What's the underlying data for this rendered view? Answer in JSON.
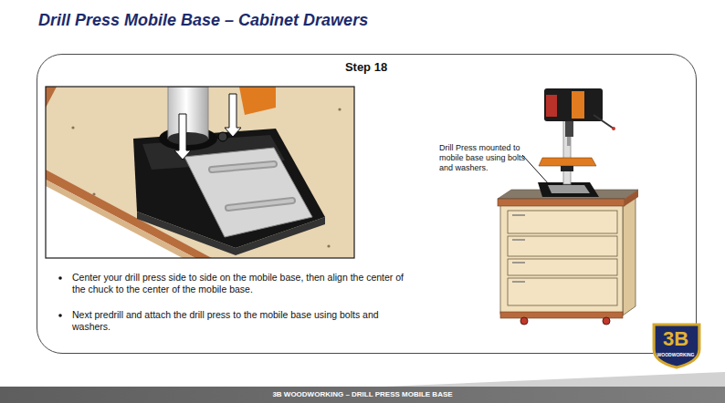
{
  "diagram": {
    "title": "Drill Press Mobile Base – Cabinet Drawers",
    "nodes": [
      {
        "text": [
          "Step 18",
          "Center your drill press side to side on the mobile base, then align the center of the chuck to the center of the mobile base.",
          "Next predrill and attach the drill press to the mobile base using bolts and washers."
        ]
      },
      {
        "text": [
          "3B",
          "WOODWORKING"
        ]
      },
      {
        "text": [
          "3B WOODWORKING – DRILL PRESS MOBILE BASE"
        ]
      }
    ],
    "labels": [
      "Drill Press mounted to mobile base using bolts and washers."
    ]
  }
}
